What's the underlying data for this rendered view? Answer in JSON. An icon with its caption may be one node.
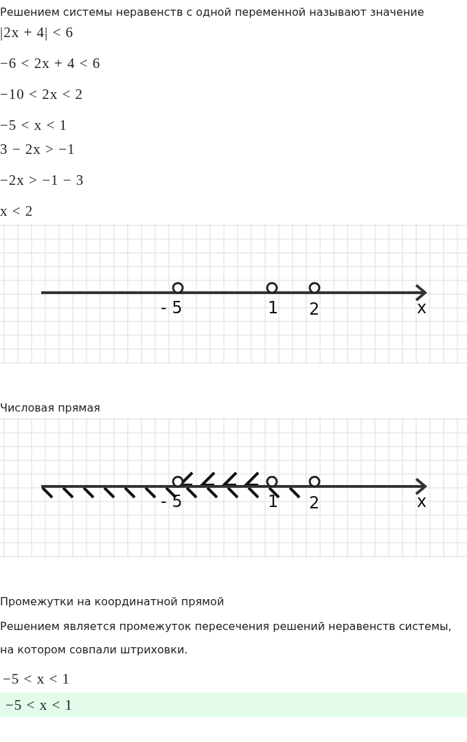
{
  "diagram": {
    "labels": [
      "Решением системы неравенств с одной переменной называют значение",
      "|2x + 4| < 6",
      "−6 < 2x + 4 < 6",
      "−10 < 2x < 2",
      "−5 < x < 1",
      "3 − 2x > −1",
      "−2x > −1 − 3",
      "x < 2",
      "- 5",
      "1",
      "2",
      "x",
      "Числовая прямая",
      "- 5",
      "1",
      "2",
      "x",
      "Промежутки на координатной прямой",
      "Решением является промежуток пересечения решений неравенств системы, на котором совпали штриховки.",
      "−5 < x < 1",
      "−5 < x < 1"
    ]
  }
}
